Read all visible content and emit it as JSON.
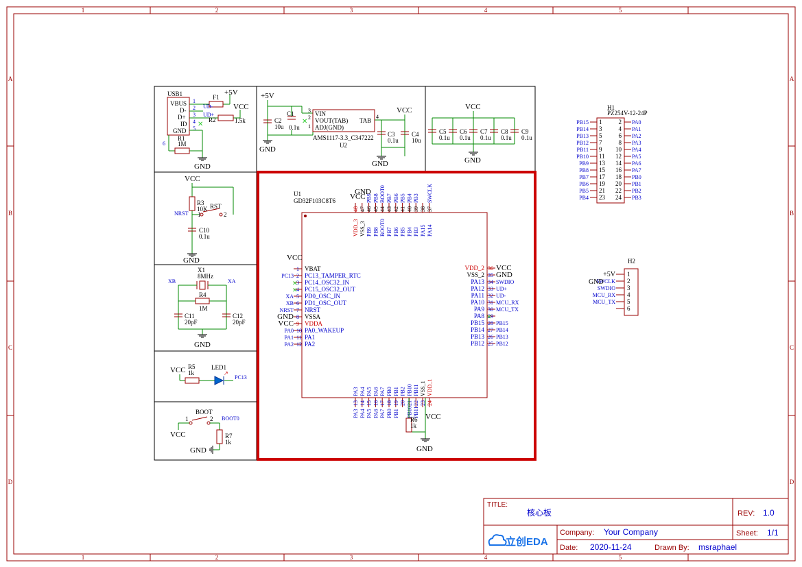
{
  "frame": {
    "col_labels": [
      "1",
      "2",
      "3",
      "4",
      "5"
    ],
    "row_labels": [
      "A",
      "B",
      "C",
      "D"
    ]
  },
  "colors": {
    "frame": "#990000",
    "wire": "#008800",
    "blue_text": "#0000cc",
    "red_text": "#cc0000",
    "highlight": "#cc0000",
    "noconnect": "#33cc33"
  },
  "usb_block": {
    "ref": "USB1",
    "pins": [
      "VBUS",
      "D-",
      "D+",
      "ID",
      "GND"
    ],
    "pin_nums": [
      "1",
      "2",
      "3",
      "4",
      "5",
      "6"
    ],
    "fuse": "F1",
    "r2": "R2",
    "r2_val": "1.5k",
    "r1": "R1",
    "r1_val": "1M",
    "nets": {
      "p5v": "+5V",
      "vcc": "VCC",
      "udm": "UD-",
      "udp": "UD+",
      "gnd": "GND"
    }
  },
  "ldo_block": {
    "p5v": "+5V",
    "c1": "C1",
    "c2": "C2",
    "c2_val": "10u",
    "c1_val": "0.1u",
    "vin": "VIN",
    "vout": "VOUT(TAB)",
    "adj": "ADJ(GND)",
    "tab": "TAB",
    "part": "AMS1117-3.3_C347222",
    "ref": "U2",
    "c3": "C3",
    "c3_val": "0.1u",
    "c4": "C4",
    "c4_val": "10u",
    "vcc": "VCC",
    "gnd1": "GND",
    "gnd2": "GND",
    "pins": [
      "3",
      "2",
      "1",
      "4"
    ]
  },
  "decoupling_block": {
    "vcc": "VCC",
    "gnd": "GND",
    "caps": [
      {
        "ref": "C5",
        "val": "0.1u"
      },
      {
        "ref": "C6",
        "val": "0.1u"
      },
      {
        "ref": "C7",
        "val": "0.1u"
      },
      {
        "ref": "C8",
        "val": "0.1u"
      },
      {
        "ref": "C9",
        "val": "0.1u"
      }
    ]
  },
  "reset_block": {
    "vcc": "VCC",
    "r3": "R3",
    "r3_val": "10K",
    "rst": "RST",
    "nrst": "NRST",
    "c10": "C10",
    "c10_val": "0.1u",
    "gnd": "GND",
    "p1": "1",
    "p2": "2"
  },
  "crystal_block": {
    "x1": "X1",
    "x1_val": "8MHz",
    "xb": "XB",
    "xa": "XA",
    "r4": "R4",
    "r4_val": "1M",
    "c11": "C11",
    "c11_val": "20pF",
    "c12": "C12",
    "c12_val": "20pF",
    "gnd": "GND"
  },
  "led_block": {
    "vcc": "VCC",
    "r5": "R5",
    "r5_val": "1k",
    "led": "LED1",
    "net": "PC13"
  },
  "boot_block": {
    "boot": "BOOT",
    "net": "BOOT0",
    "p1": "1",
    "p2": "2",
    "vcc": "VCC",
    "r7": "R7",
    "r7_val": "1k",
    "gnd": "GND"
  },
  "mcu": {
    "ref": "U1",
    "part": "GD32F103C8T6",
    "top_pins": [
      {
        "num": "48",
        "name": "VDD_3",
        "net": "",
        "red": true
      },
      {
        "num": "47",
        "name": "VSS_3",
        "net": "",
        "red": false
      },
      {
        "num": "46",
        "name": "PB9",
        "net": "PB9",
        "red": false
      },
      {
        "num": "45",
        "name": "PB8",
        "net": "PB8",
        "red": false
      },
      {
        "num": "44",
        "name": "BOOT0",
        "net": "BOOT0",
        "red": false
      },
      {
        "num": "43",
        "name": "PB7",
        "net": "PB7",
        "red": false
      },
      {
        "num": "42",
        "name": "PB6",
        "net": "PB6",
        "red": false
      },
      {
        "num": "41",
        "name": "PB5",
        "net": "PB5",
        "red": false
      },
      {
        "num": "40",
        "name": "PB4",
        "net": "PB4",
        "red": false
      },
      {
        "num": "39",
        "name": "PB3",
        "net": "PB3",
        "red": false
      },
      {
        "num": "38",
        "name": "PA15",
        "net": "",
        "red": false
      },
      {
        "num": "37",
        "name": "PA14",
        "net": "SWCLK",
        "red": false
      }
    ],
    "top_nets": {
      "gnd": "GND",
      "vcc": "VCC"
    },
    "left_pins": [
      {
        "num": "1",
        "name": "VBAT",
        "net": "",
        "red": false
      },
      {
        "num": "2",
        "name": "PC13_TAMPER_RTC",
        "net": "PC13",
        "red": false
      },
      {
        "num": "3",
        "name": "PC14_OSC32_IN",
        "net": "",
        "red": false
      },
      {
        "num": "4",
        "name": "PC15_OSC32_OUT",
        "net": "",
        "red": false
      },
      {
        "num": "5",
        "name": "PD0_OSC_IN",
        "net": "XA",
        "red": false
      },
      {
        "num": "6",
        "name": "PD1_OSC_OUT",
        "net": "XB",
        "red": false
      },
      {
        "num": "7",
        "name": "NRST",
        "net": "NRST",
        "red": false
      },
      {
        "num": "8",
        "name": "VSSA",
        "net": "GND",
        "red": false
      },
      {
        "num": "9",
        "name": "VDDA",
        "net": "VCC",
        "red": true
      },
      {
        "num": "10",
        "name": "PA0_WAKEUP",
        "net": "PA0",
        "red": false
      },
      {
        "num": "11",
        "name": "PA1",
        "net": "PA1",
        "red": false
      },
      {
        "num": "12",
        "name": "PA2",
        "net": "PA2",
        "red": false
      }
    ],
    "left_vcc": "VCC",
    "right_pins": [
      {
        "num": "36",
        "name": "VDD_2",
        "net": "VCC",
        "red": true
      },
      {
        "num": "35",
        "name": "VSS_2",
        "net": "GND",
        "red": false
      },
      {
        "num": "34",
        "name": "PA13",
        "net": "SWDIO",
        "red": false
      },
      {
        "num": "33",
        "name": "PA12",
        "net": "UD+",
        "red": false
      },
      {
        "num": "32",
        "name": "PA11",
        "net": "UD-",
        "red": false
      },
      {
        "num": "31",
        "name": "PA10",
        "net": "MCU_RX",
        "red": false
      },
      {
        "num": "30",
        "name": "PA9",
        "net": "MCU_TX",
        "red": false
      },
      {
        "num": "29",
        "name": "PA8",
        "net": "",
        "red": false
      },
      {
        "num": "28",
        "name": "PB15",
        "net": "PB15",
        "red": false
      },
      {
        "num": "27",
        "name": "PB14",
        "net": "PB14",
        "red": false
      },
      {
        "num": "26",
        "name": "PB13",
        "net": "PB13",
        "red": false
      },
      {
        "num": "25",
        "name": "PB12",
        "net": "PB12",
        "red": false
      }
    ],
    "bottom_pins": [
      {
        "num": "13",
        "name": "PA3",
        "net": "PA3",
        "red": false
      },
      {
        "num": "14",
        "name": "PA4",
        "net": "PA4",
        "red": false
      },
      {
        "num": "15",
        "name": "PA5",
        "net": "PA5",
        "red": false
      },
      {
        "num": "16",
        "name": "PA6",
        "net": "PA6",
        "red": false
      },
      {
        "num": "17",
        "name": "PA7",
        "net": "PA7",
        "red": false
      },
      {
        "num": "18",
        "name": "PB0",
        "net": "PB0",
        "red": false
      },
      {
        "num": "19",
        "name": "PB1",
        "net": "PB1",
        "red": false
      },
      {
        "num": "20",
        "name": "PB2",
        "net": "",
        "red": false
      },
      {
        "num": "21",
        "name": "PB10",
        "net": "PB10",
        "red": false
      },
      {
        "num": "22",
        "name": "PB11",
        "net": "PB11",
        "red": false
      },
      {
        "num": "23",
        "name": "VSS_1",
        "net": "",
        "red": false
      },
      {
        "num": "24",
        "name": "VDD_1",
        "net": "",
        "red": true
      }
    ],
    "bottom_nets": {
      "r6": "R6",
      "r6_val": "1k",
      "vcc": "VCC",
      "gnd": "GND"
    }
  },
  "header_h1": {
    "ref": "H1",
    "part": "PZ254V-12-24P",
    "rows": [
      {
        "ln": "PB15",
        "a": "1",
        "b": "2",
        "rn": "PA0"
      },
      {
        "ln": "PB14",
        "a": "3",
        "b": "4",
        "rn": "PA1"
      },
      {
        "ln": "PB13",
        "a": "5",
        "b": "6",
        "rn": "PA2"
      },
      {
        "ln": "PB12",
        "a": "7",
        "b": "8",
        "rn": "PA3"
      },
      {
        "ln": "PB11",
        "a": "9",
        "b": "10",
        "rn": "PA4"
      },
      {
        "ln": "PB10",
        "a": "11",
        "b": "12",
        "rn": "PA5"
      },
      {
        "ln": "PB9",
        "a": "13",
        "b": "14",
        "rn": "PA6"
      },
      {
        "ln": "PB8",
        "a": "15",
        "b": "16",
        "rn": "PA7"
      },
      {
        "ln": "PB7",
        "a": "17",
        "b": "18",
        "rn": "PB0"
      },
      {
        "ln": "PB6",
        "a": "19",
        "b": "20",
        "rn": "PB1"
      },
      {
        "ln": "PB5",
        "a": "21",
        "b": "22",
        "rn": "PB2"
      },
      {
        "ln": "PB4",
        "a": "23",
        "b": "24",
        "rn": "PB3"
      }
    ]
  },
  "header_h2": {
    "ref": "H2",
    "rows": [
      {
        "num": "1",
        "net": "+5V"
      },
      {
        "num": "2",
        "net": "SWCLK"
      },
      {
        "num": "3",
        "net": "SWDIO"
      },
      {
        "num": "4",
        "net": "MCU_RX"
      },
      {
        "num": "5",
        "net": "MCU_TX"
      },
      {
        "num": "6",
        "net": ""
      }
    ],
    "gnd": "GND"
  },
  "title_block": {
    "title_label": "TITLE:",
    "title": "核心板",
    "rev_label": "REV:",
    "rev": "1.0",
    "company_label": "Company:",
    "company": "Your Company",
    "sheet_label": "Sheet:",
    "sheet": "1/1",
    "date_label": "Date:",
    "date": "2020-11-24",
    "drawn_label": "Drawn By:",
    "drawn_by": "msraphael",
    "logo": "立创EDA"
  }
}
